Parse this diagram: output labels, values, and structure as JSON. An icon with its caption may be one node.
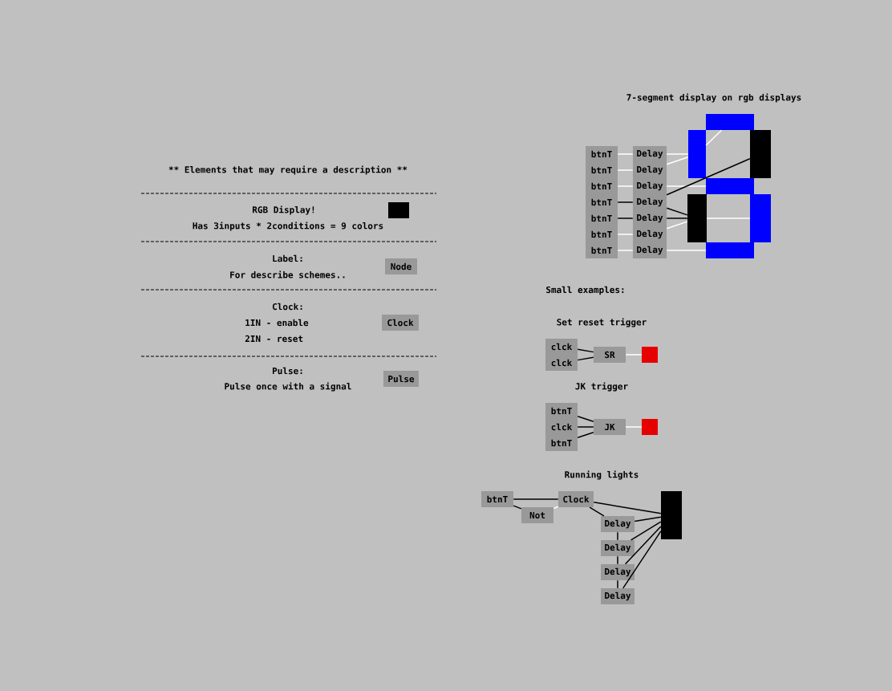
{
  "diagram": {
    "nodes": [
      {
        "text": [],
        "shape": "box"
      },
      {
        "text": [
          "Node"
        ]
      },
      {
        "text": [
          "Clock"
        ]
      },
      {
        "text": [
          "Pulse"
        ]
      },
      {
        "text": [
          "btnT"
        ]
      },
      {
        "text": [
          "btnT"
        ]
      },
      {
        "text": [
          "btnT"
        ]
      },
      {
        "text": [
          "btnT"
        ]
      },
      {
        "text": [
          "btnT"
        ]
      },
      {
        "text": [
          "btnT"
        ]
      },
      {
        "text": [
          "btnT"
        ]
      },
      {
        "text": [
          "Delay"
        ]
      },
      {
        "text": [
          "Delay"
        ]
      },
      {
        "text": [
          "Delay"
        ]
      },
      {
        "text": [
          "Delay"
        ]
      },
      {
        "text": [
          "Delay"
        ]
      },
      {
        "text": [
          "Delay"
        ]
      },
      {
        "text": [
          "Delay"
        ]
      },
      {
        "text": [],
        "shape": "box"
      },
      {
        "text": [],
        "shape": "box"
      },
      {
        "text": [],
        "shape": "box"
      },
      {
        "text": [],
        "shape": "box"
      },
      {
        "text": [],
        "shape": "box"
      },
      {
        "text": [],
        "shape": "box"
      },
      {
        "text": [],
        "shape": "box"
      },
      {
        "text": [
          "clck"
        ]
      },
      {
        "text": [
          "clck"
        ]
      },
      {
        "text": [
          "SR"
        ]
      },
      {
        "text": [],
        "shape": "box"
      },
      {
        "text": [
          "btnT"
        ]
      },
      {
        "text": [
          "clck"
        ]
      },
      {
        "text": [
          "btnT"
        ]
      },
      {
        "text": [
          "JK"
        ]
      },
      {
        "text": [],
        "shape": "box"
      },
      {
        "text": [
          "btnT"
        ]
      },
      {
        "text": [
          "Not"
        ]
      },
      {
        "text": [
          "Clock"
        ]
      },
      {
        "text": [],
        "shape": "box"
      },
      {
        "text": [
          "Delay"
        ]
      },
      {
        "text": [
          "Delay"
        ]
      },
      {
        "text": [
          "Delay"
        ]
      },
      {
        "text": [
          "Delay"
        ]
      }
    ],
    "edges": [
      {
        "from": 4,
        "to": 11,
        "arrow": "none",
        "color": "#ffffff"
      },
      {
        "from": 5,
        "to": 12,
        "arrow": "none",
        "color": "#ffffff"
      },
      {
        "from": 6,
        "to": 13,
        "arrow": "none",
        "color": "#ffffff"
      },
      {
        "from": 7,
        "to": 14,
        "arrow": "none"
      },
      {
        "from": 8,
        "to": 15,
        "arrow": "none"
      },
      {
        "from": 9,
        "to": 16,
        "arrow": "none",
        "color": "#ffffff"
      },
      {
        "from": 10,
        "to": 17,
        "arrow": "none",
        "color": "#ffffff"
      },
      {
        "from": 11,
        "to": 19,
        "arrow": "none",
        "color": "#ffffff"
      },
      {
        "from": 12,
        "to": 19,
        "arrow": "none",
        "color": "#ffffff"
      },
      {
        "from": 19,
        "to": 18,
        "arrow": "none",
        "color": "#ffffff"
      },
      {
        "from": 13,
        "to": 21,
        "arrow": "none",
        "color": "#ffffff"
      },
      {
        "from": 14,
        "to": 20,
        "arrow": "none"
      },
      {
        "from": 14,
        "to": 22,
        "arrow": "none"
      },
      {
        "from": 15,
        "to": 22,
        "arrow": "none"
      },
      {
        "from": 16,
        "to": 22,
        "arrow": "none",
        "color": "#ffffff"
      },
      {
        "from": 22,
        "to": 23,
        "arrow": "none",
        "color": "#ffffff"
      },
      {
        "from": 17,
        "to": 24,
        "arrow": "none",
        "color": "#ffffff"
      },
      {
        "from": 25,
        "to": 27,
        "arrow": "none"
      },
      {
        "from": 26,
        "to": 27,
        "arrow": "none"
      },
      {
        "from": 27,
        "to": 28,
        "arrow": "none",
        "color": "#ffffff"
      },
      {
        "from": 29,
        "to": 32,
        "arrow": "none"
      },
      {
        "from": 30,
        "to": 32,
        "arrow": "none"
      },
      {
        "from": 31,
        "to": 32,
        "arrow": "none"
      },
      {
        "from": 32,
        "to": 33,
        "arrow": "none",
        "color": "#ffffff"
      },
      {
        "from": 34,
        "to": 36,
        "arrow": "none"
      },
      {
        "from": 34,
        "to": 35,
        "arrow": "none"
      },
      {
        "from": 35,
        "to": 36,
        "arrow": "none",
        "color": "#ffffff"
      },
      {
        "from": 36,
        "to": 37,
        "arrow": "none"
      },
      {
        "from": 36,
        "to": 38,
        "arrow": "none"
      },
      {
        "from": 38,
        "to": 39,
        "arrow": "none"
      },
      {
        "from": 39,
        "to": 40,
        "arrow": "none"
      },
      {
        "from": 40,
        "to": 41,
        "arrow": "none"
      },
      {
        "from": 38,
        "to": 37,
        "arrow": "none"
      },
      {
        "from": 39,
        "to": 37,
        "arrow": "none"
      },
      {
        "from": 40,
        "to": 37,
        "arrow": "none"
      },
      {
        "from": 41,
        "to": 37,
        "arrow": "none"
      }
    ],
    "labels": [
      "** Elements that may require a description **",
      "RGB Display!",
      "Has 3inputs * 2conditions = 9 colors",
      "Label:",
      "For describe schemes..",
      "Clock:",
      "1IN - enable",
      "2IN - reset",
      "Pulse:",
      "Pulse once with a signal",
      "7-segment display on rgb displays",
      "Small examples:",
      "Set reset trigger",
      "JK trigger",
      "Running lights"
    ]
  }
}
